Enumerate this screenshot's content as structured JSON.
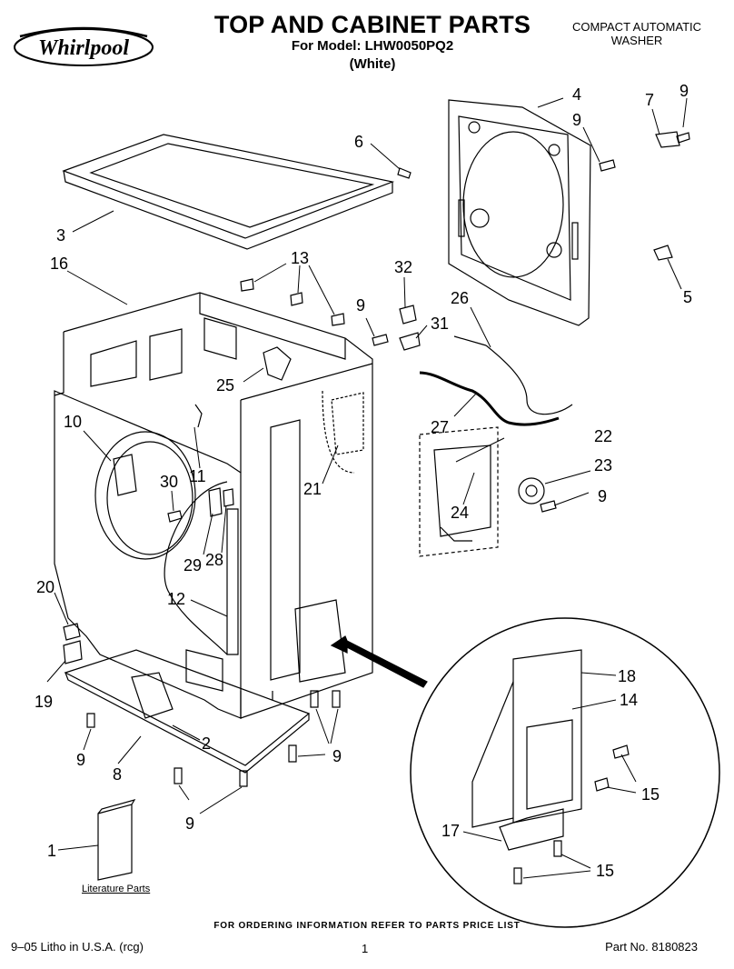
{
  "header": {
    "title": "TOP AND CABINET PARTS",
    "model_line": "For Model: LHW0050PQ2",
    "color_line": "(White)",
    "product_line1": "COMPACT AUTOMATIC",
    "product_line2": "WASHER"
  },
  "brand": {
    "logo_text": "Whirlpool"
  },
  "literature_label": "Literature Parts",
  "footer": {
    "ordering_note": "FOR ORDERING INFORMATION REFER TO PARTS PRICE LIST",
    "litho": "9–05 Litho in U.S.A. (rcg)",
    "page_number": "1",
    "part_number": "Part No. 8180823"
  },
  "callouts": [
    {
      "id": "c1",
      "label": "1"
    },
    {
      "id": "c2",
      "label": "2"
    },
    {
      "id": "c3",
      "label": "3"
    },
    {
      "id": "c4",
      "label": "4"
    },
    {
      "id": "c5",
      "label": "5"
    },
    {
      "id": "c6",
      "label": "6"
    },
    {
      "id": "c7",
      "label": "7"
    },
    {
      "id": "c8",
      "label": "8"
    },
    {
      "id": "c9a",
      "label": "9"
    },
    {
      "id": "c9b",
      "label": "9"
    },
    {
      "id": "c9c",
      "label": "9"
    },
    {
      "id": "c9d",
      "label": "9"
    },
    {
      "id": "c9e",
      "label": "9"
    },
    {
      "id": "c9f",
      "label": "9"
    },
    {
      "id": "c9g",
      "label": "9"
    },
    {
      "id": "c10",
      "label": "10"
    },
    {
      "id": "c11",
      "label": "11"
    },
    {
      "id": "c12",
      "label": "12"
    },
    {
      "id": "c13",
      "label": "13"
    },
    {
      "id": "c14",
      "label": "14"
    },
    {
      "id": "c15a",
      "label": "15"
    },
    {
      "id": "c15b",
      "label": "15"
    },
    {
      "id": "c16",
      "label": "16"
    },
    {
      "id": "c17",
      "label": "17"
    },
    {
      "id": "c18",
      "label": "18"
    },
    {
      "id": "c19",
      "label": "19"
    },
    {
      "id": "c20",
      "label": "20"
    },
    {
      "id": "c21",
      "label": "21"
    },
    {
      "id": "c22",
      "label": "22"
    },
    {
      "id": "c23",
      "label": "23"
    },
    {
      "id": "c24",
      "label": "24"
    },
    {
      "id": "c25",
      "label": "25"
    },
    {
      "id": "c26",
      "label": "26"
    },
    {
      "id": "c27",
      "label": "27"
    },
    {
      "id": "c28",
      "label": "28"
    },
    {
      "id": "c29",
      "label": "29"
    },
    {
      "id": "c30",
      "label": "30"
    },
    {
      "id": "c31",
      "label": "31"
    },
    {
      "id": "c32",
      "label": "32"
    }
  ]
}
